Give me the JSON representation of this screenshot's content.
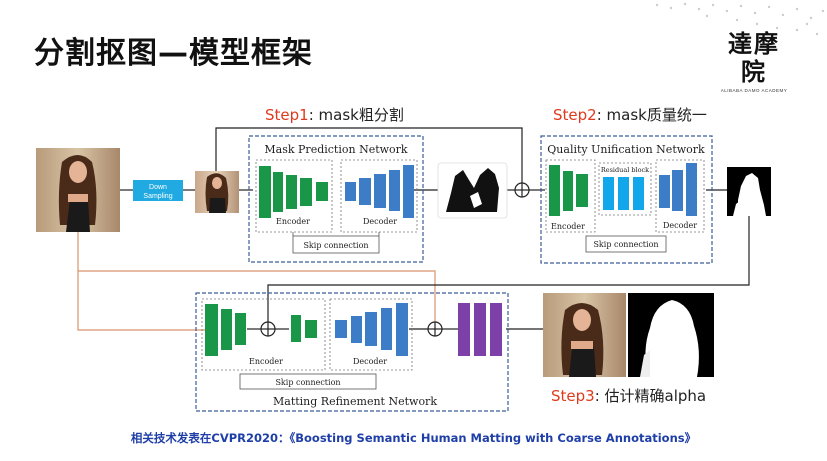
{
  "slide": {
    "title": "分割抠图—模型框架",
    "logo": {
      "main": "達摩院",
      "sub": "ALIBABA DAMO ACADEMY"
    },
    "footer": "相关技术发表在CVPR2020：《Boosting Semantic Human Matting with Coarse Annotations》"
  },
  "steps": {
    "step1": {
      "step": "Step1",
      "text": ": mask粗分割"
    },
    "step2": {
      "step": "Step2",
      "text": ": mask质量统一"
    },
    "step3": {
      "step": "Step3",
      "text": ": 估计精确alpha"
    }
  },
  "diagram": {
    "downsampling": {
      "line1": "Down",
      "line2": "Sampling"
    },
    "mask_prediction": {
      "title": "Mask Prediction Network",
      "encoder": "Encoder",
      "decoder": "Decoder",
      "skip": "Skip connection"
    },
    "quality_unification": {
      "title": "Quality Unification Network",
      "encoder": "Encoder",
      "residual": "Residual block",
      "decoder": "Decoder",
      "skip": "Skip connection"
    },
    "matting_refinement": {
      "title": "Matting Refinement Network",
      "encoder": "Encoder",
      "decoder": "Decoder",
      "skip": "Skip connection"
    }
  },
  "colors": {
    "encoder": "#1a9648",
    "decoder": "#3d7dc8",
    "residual": "#12a7ea",
    "output": "#7d3fa8",
    "frame": "#3b5d96",
    "downsampling": "#21a9e1",
    "step": "#e03a1e",
    "feedback_line": "#d9956b"
  }
}
